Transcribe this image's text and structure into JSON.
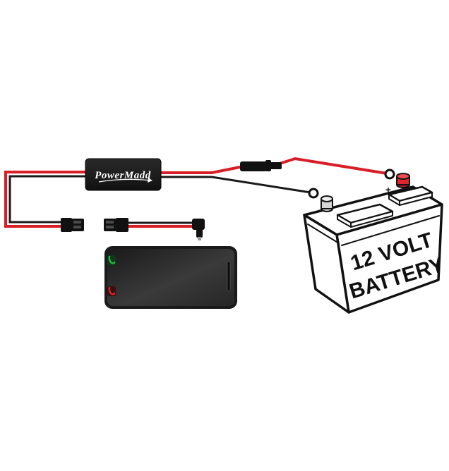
{
  "device": {
    "brand_label": "PowerMadd"
  },
  "battery": {
    "label_line1": "12 VOLT",
    "label_line2": "BATTERY",
    "positive_symbol": "+",
    "negative_symbol": "−"
  },
  "colors": {
    "red_wire": "#d81e26",
    "black_wire": "#1a1a1a",
    "module_body": "#1c1c1c",
    "terminal_red": "#e0262c",
    "terminal_grey": "#d6d6d6",
    "phone_body": "#2a2a2a",
    "call_green": "#2fb34a",
    "call_red": "#d8262c"
  },
  "icons": {
    "phone_accept": "phone-accept-icon",
    "phone_decline": "phone-decline-icon",
    "usb_c_plug": "usb-c-plug-icon",
    "fuse_holder": "inline-fuse-icon"
  }
}
